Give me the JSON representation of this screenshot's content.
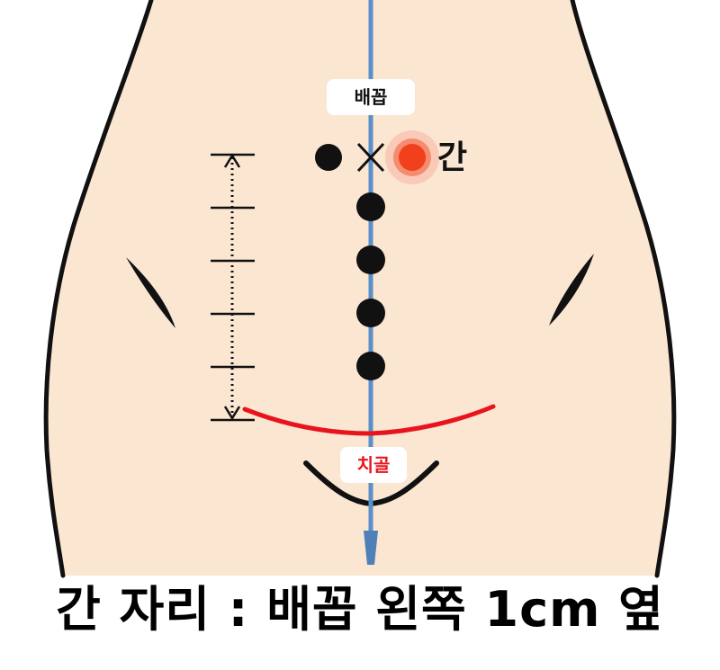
{
  "labels": {
    "navel": "배꼽",
    "pubic_bone": "치골",
    "liver": "간"
  },
  "caption": "간 자리 : 배꼽 왼쪽 1cm 옆",
  "colors": {
    "skin": "#fbe6d2",
    "outline": "#111111",
    "midline": "#5b8fc9",
    "pubic_line": "#e8141d",
    "highlight": "#f0401c",
    "highlight_glow": "#f7b3a2"
  },
  "markers": {
    "midline_points": 4,
    "scale_ticks": 6,
    "side_point": "left-of-navel",
    "navel_mark": "x-mark",
    "liver_point": "right-of-navel"
  }
}
